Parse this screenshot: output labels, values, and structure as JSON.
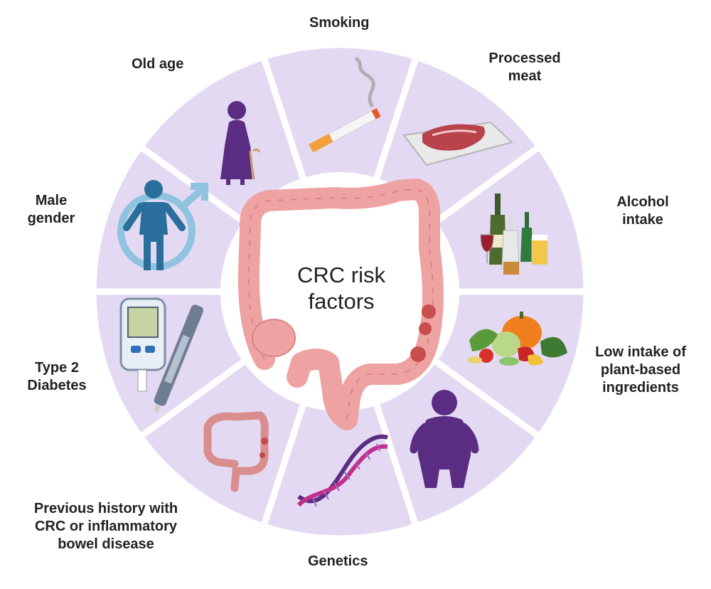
{
  "center": {
    "title": "CRC risk\nfactors"
  },
  "factors": [
    {
      "label": "Smoking",
      "icon": "cigarette-icon"
    },
    {
      "label": "Processed\nmeat",
      "icon": "meat-tray-icon"
    },
    {
      "label": "Alcohol\nintake",
      "icon": "alcohol-bottles-icon"
    },
    {
      "label": "Low intake of\nplant-based\ningredients",
      "icon": "vegetables-icon"
    },
    {
      "label": "",
      "icon": "obese-person-icon"
    },
    {
      "label": "Genetics",
      "icon": "dna-icon"
    },
    {
      "label": "Previous history with\nCRC or inflammatory\nbowel disease",
      "icon": "inflamed-colon-icon"
    },
    {
      "label": "Type 2\nDiabetes",
      "icon": "glucose-meter-icon"
    },
    {
      "label": "Male\ngender",
      "icon": "male-person-icon"
    },
    {
      "label": "Old age",
      "icon": "elderly-woman-icon"
    }
  ],
  "colors": {
    "segment": "#e3d9f2",
    "segment_border": "#ffffff",
    "colon": "#f0a3a3",
    "colon_dark": "#d47a7a",
    "purple": "#5a2d82",
    "blue": "#2a6f9b"
  }
}
